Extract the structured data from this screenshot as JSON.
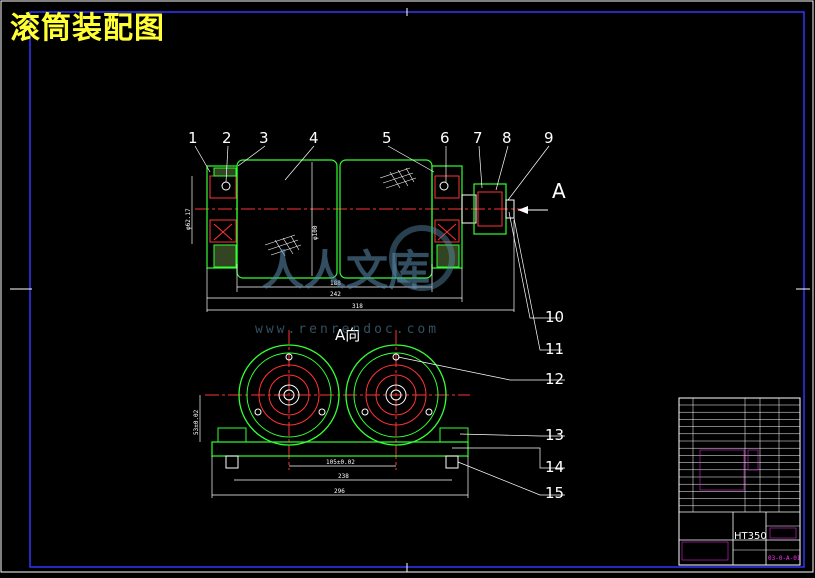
{
  "title": "滚筒装配图",
  "balloons": [
    "1",
    "2",
    "3",
    "4",
    "5",
    "6",
    "7",
    "8",
    "9",
    "10",
    "11",
    "12",
    "13",
    "14",
    "15"
  ],
  "view_label": "A向",
  "arrow_label": "A",
  "dims": {
    "overall_width": "318",
    "inner_width": "242",
    "drum_width": "188",
    "diameter": "φ100",
    "shaft_diameter": "φ62.17",
    "center_distance": "105±0.02",
    "center_height": "53±0.02",
    "base_inner": "238",
    "base_outer": "296"
  },
  "title_block": {
    "material": "HT350",
    "drawing_no": "03-0-A-01"
  },
  "watermark": {
    "text": "人人文库",
    "url": "www.renrendoc.com"
  },
  "colors": {
    "background": "#000000",
    "line": "#ffffff",
    "green": "#33ff33",
    "red": "#ff3333",
    "yellow": "#ffff33",
    "magenta": "#ff33ff",
    "frame": "#3333ff"
  }
}
